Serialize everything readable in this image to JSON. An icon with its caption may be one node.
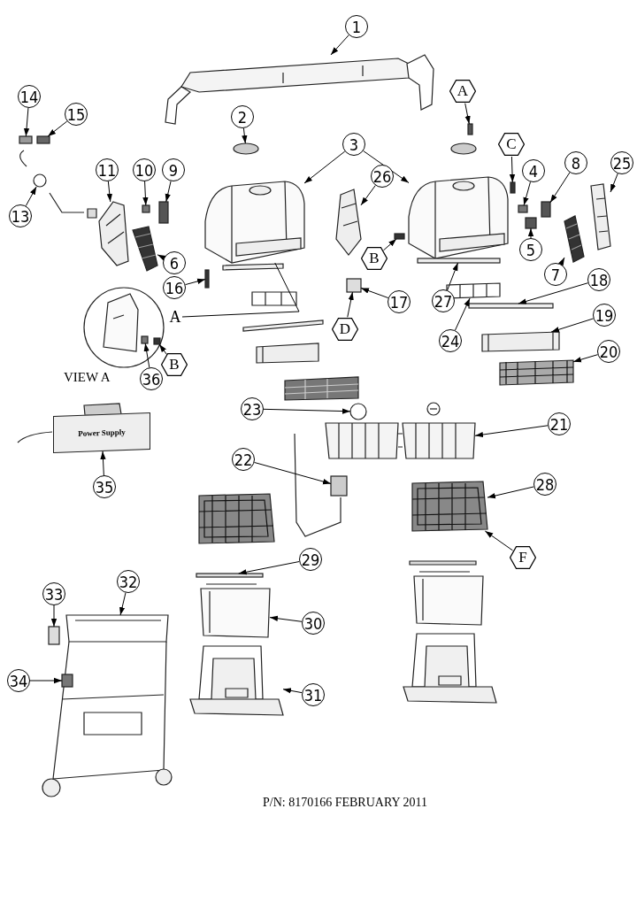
{
  "diagram": {
    "nodes": [
      {
        "text": [
          "1"
        ]
      },
      {
        "text": [
          "A"
        ]
      },
      {
        "text": [
          "14"
        ]
      },
      {
        "text": [
          "2"
        ]
      },
      {
        "text": [
          "15"
        ]
      },
      {
        "text": [
          "3"
        ]
      },
      {
        "text": [
          "C"
        ]
      },
      {
        "text": [
          "8"
        ]
      },
      {
        "text": [
          "25"
        ]
      },
      {
        "text": [
          "4"
        ]
      },
      {
        "text": [
          "11"
        ]
      },
      {
        "text": [
          "10"
        ]
      },
      {
        "text": [
          "9"
        ]
      },
      {
        "text": [
          "26"
        ]
      },
      {
        "text": [
          "13"
        ]
      },
      {
        "text": [
          "5"
        ]
      },
      {
        "text": [
          "B"
        ]
      },
      {
        "text": [
          "6"
        ]
      },
      {
        "text": [
          "7"
        ]
      },
      {
        "text": [
          "18"
        ]
      },
      {
        "text": [
          "16"
        ]
      },
      {
        "text": [
          "27"
        ]
      },
      {
        "text": [
          "17"
        ]
      },
      {
        "text": [
          "A"
        ]
      },
      {
        "text": [
          "19"
        ]
      },
      {
        "text": [
          "D"
        ]
      },
      {
        "text": [
          "24"
        ]
      },
      {
        "text": [
          "20"
        ]
      },
      {
        "text": [
          "B"
        ]
      },
      {
        "text": [
          "36"
        ]
      },
      {
        "text": [
          "23"
        ]
      },
      {
        "text": [
          "21"
        ]
      },
      {
        "text": [
          "22"
        ]
      },
      {
        "text": [
          "35"
        ]
      },
      {
        "text": [
          "28"
        ]
      },
      {
        "text": [
          "F"
        ]
      },
      {
        "text": [
          "29"
        ]
      },
      {
        "text": [
          "32"
        ]
      },
      {
        "text": [
          "33"
        ]
      },
      {
        "text": [
          "30"
        ]
      },
      {
        "text": [
          "34"
        ]
      },
      {
        "text": [
          "31"
        ]
      },
      {
        "text": [],
        "shape": "picture"
      },
      {
        "text": [],
        "shape": "box"
      },
      {
        "text": [],
        "shape": "box"
      },
      {
        "text": [],
        "shape": "circle"
      },
      {
        "text": [],
        "shape": "box"
      },
      {
        "text": [],
        "shape": "picture"
      },
      {
        "text": [],
        "shape": "picture"
      },
      {
        "text": [],
        "shape": "box"
      },
      {
        "text": [],
        "shape": "box"
      },
      {
        "text": [],
        "shape": "picture"
      },
      {
        "text": [],
        "shape": "box"
      },
      {
        "text": [],
        "shape": "picture"
      },
      {
        "text": [],
        "shape": "box"
      },
      {
        "text": [],
        "shape": "box"
      },
      {
        "text": [],
        "shape": "picture"
      },
      {
        "text": [],
        "shape": "circle"
      },
      {
        "text": [],
        "shape": "box"
      },
      {
        "text": [],
        "shape": "box"
      },
      {
        "text": [],
        "shape": "picture"
      },
      {
        "text": [],
        "shape": "picture"
      },
      {
        "text": [],
        "shape": "bar"
      },
      {
        "text": [],
        "shape": "box"
      },
      {
        "text": [],
        "shape": "bar"
      },
      {
        "text": [],
        "shape": "box"
      },
      {
        "text": [],
        "shape": "picture"
      },
      {
        "text": [],
        "shape": "picture"
      },
      {
        "text": [],
        "shape": "picture"
      },
      {
        "text": [],
        "shape": "box"
      },
      {
        "text": [],
        "shape": "box"
      },
      {
        "text": [],
        "shape": "circle"
      },
      {
        "text": [],
        "shape": "picture"
      },
      {
        "text": [],
        "shape": "box"
      },
      {
        "text": [
          "Power Supply"
        ]
      },
      {
        "text": [],
        "shape": "picture"
      },
      {
        "text": [],
        "shape": "bar"
      },
      {
        "text": [],
        "shape": "picture"
      },
      {
        "text": [],
        "shape": "box"
      },
      {
        "text": [],
        "shape": "picture"
      },
      {
        "text": [],
        "shape": "box"
      },
      {
        "text": [],
        "shape": "picture"
      }
    ],
    "edges": [
      {
        "from": 0,
        "to": 42,
        "arrow": "to"
      },
      {
        "from": 1,
        "to": 43,
        "arrow": "to"
      },
      {
        "from": 2,
        "to": 44,
        "arrow": "to"
      },
      {
        "from": 3,
        "to": 45,
        "arrow": "to"
      },
      {
        "from": 4,
        "to": 46,
        "arrow": "to"
      },
      {
        "from": 5,
        "to": 47,
        "arrow": "to"
      },
      {
        "from": 5,
        "to": 48,
        "arrow": "to"
      },
      {
        "from": 6,
        "to": 49,
        "arrow": "to"
      },
      {
        "from": 7,
        "to": 50,
        "arrow": "to"
      },
      {
        "from": 8,
        "to": 51,
        "arrow": "to"
      },
      {
        "from": 9,
        "to": 52,
        "arrow": "to"
      },
      {
        "from": 10,
        "to": 53,
        "arrow": "to"
      },
      {
        "from": 11,
        "to": 54,
        "arrow": "to"
      },
      {
        "from": 12,
        "to": 55,
        "arrow": "to"
      },
      {
        "from": 13,
        "to": 56,
        "arrow": "to"
      },
      {
        "from": 14,
        "to": 57,
        "arrow": "to"
      },
      {
        "from": 15,
        "to": 58,
        "arrow": "to"
      },
      {
        "from": 16,
        "to": 59,
        "arrow": "to"
      },
      {
        "from": 17,
        "to": 60,
        "arrow": "to"
      },
      {
        "from": 18,
        "to": 61,
        "arrow": "to"
      },
      {
        "from": 19,
        "to": 62,
        "arrow": "to"
      },
      {
        "from": 20,
        "to": 63,
        "arrow": "to"
      },
      {
        "from": 21,
        "to": 64,
        "arrow": "to"
      },
      {
        "from": 22,
        "to": 65,
        "arrow": "to"
      },
      {
        "from": 23,
        "to": 47,
        "arrow": "none"
      },
      {
        "from": 24,
        "to": 66,
        "arrow": "to"
      },
      {
        "from": 25,
        "to": 65,
        "arrow": "to"
      },
      {
        "from": 26,
        "to": 67,
        "arrow": "to"
      },
      {
        "from": 27,
        "to": 68,
        "arrow": "to"
      },
      {
        "from": 28,
        "to": 69,
        "arrow": "to"
      },
      {
        "from": 29,
        "to": 70,
        "arrow": "to"
      },
      {
        "from": 30,
        "to": 71,
        "arrow": "to"
      },
      {
        "from": 31,
        "to": 72,
        "arrow": "to"
      },
      {
        "from": 32,
        "to": 73,
        "arrow": "to"
      },
      {
        "from": 33,
        "to": 74,
        "arrow": "to"
      },
      {
        "from": 34,
        "to": 75,
        "arrow": "to"
      },
      {
        "from": 35,
        "to": 75,
        "arrow": "to"
      },
      {
        "from": 36,
        "to": 76,
        "arrow": "to"
      },
      {
        "from": 37,
        "to": 77,
        "arrow": "to"
      },
      {
        "from": 38,
        "to": 78,
        "arrow": "to"
      },
      {
        "from": 39,
        "to": 79,
        "arrow": "to"
      },
      {
        "from": 40,
        "to": 80,
        "arrow": "to"
      },
      {
        "from": 41,
        "to": 81,
        "arrow": "to"
      }
    ],
    "labels": [
      "VIEW A",
      "P/N: 8170166 FEBRUARY 2011"
    ]
  }
}
